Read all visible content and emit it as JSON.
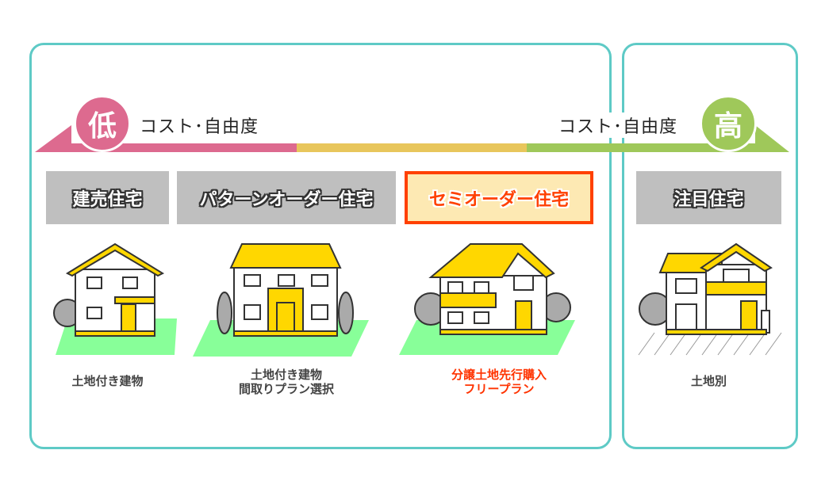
{
  "scale": {
    "low": {
      "badge": "低",
      "label": "コスト･自由度"
    },
    "high": {
      "badge": "高",
      "label": "コスト･自由度"
    }
  },
  "colors": {
    "border": "#5ecac6",
    "pink": "#dd6a8f",
    "yellow": "#e8c65c",
    "green": "#9fc85a",
    "highlight": "#ff4000"
  },
  "categories": [
    {
      "title": "建売住宅",
      "caption": [
        "土地付き建物"
      ]
    },
    {
      "title": "パターンオーダー住宅",
      "caption": [
        "土地付き建物",
        "間取りプラン選択"
      ]
    },
    {
      "title": "セミオーダー住宅",
      "caption": [
        "分譲土地先行購入",
        "フリープラン"
      ]
    },
    {
      "title": "注目住宅",
      "caption": [
        "土地別"
      ]
    }
  ]
}
